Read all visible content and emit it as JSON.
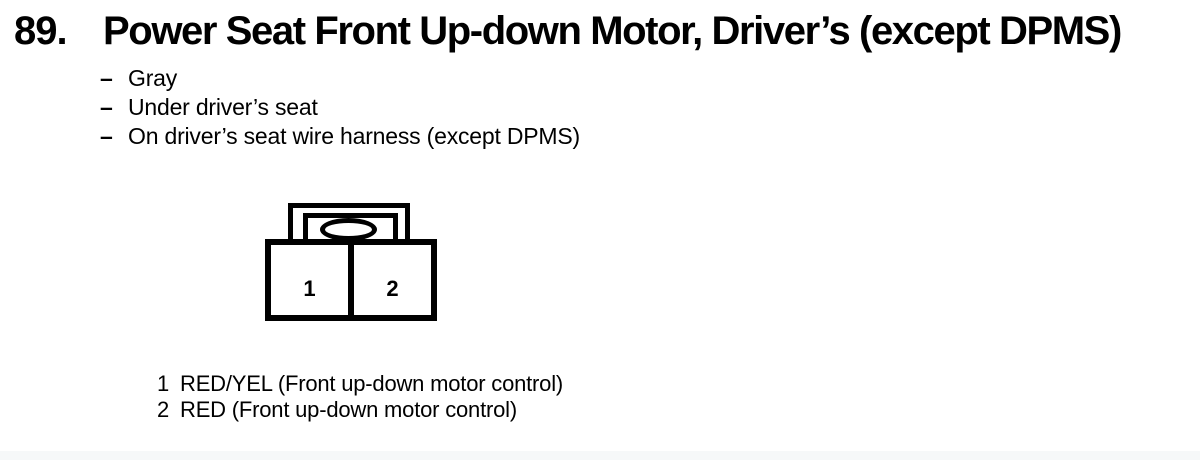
{
  "colors": {
    "ink": "#000000",
    "background": "#ffffff",
    "page_edge_strip": "#f6f8f9"
  },
  "entry": {
    "number": "89.",
    "title": "Power Seat Front Up-down Motor, Driver’s (except DPMS)",
    "note_marker": "–",
    "notes": [
      "Gray",
      "Under driver’s seat",
      "On driver’s seat wire harness (except DPMS)"
    ]
  },
  "connector": {
    "cavity_labels": [
      "1",
      "2"
    ]
  },
  "pin_list": {
    "rows": [
      {
        "pin": "1",
        "description": "RED/YEL (Front up-down motor control)"
      },
      {
        "pin": "2",
        "description": "RED (Front up-down motor control)"
      }
    ]
  }
}
